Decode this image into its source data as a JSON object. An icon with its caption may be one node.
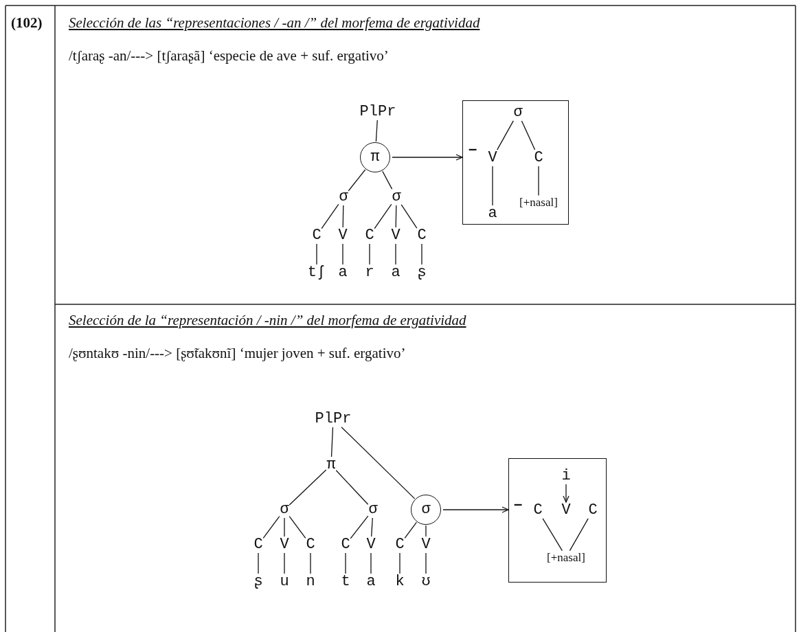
{
  "diagram": {
    "nodes": [
      {
        "text": [
          "PlPr"
        ]
      },
      {
        "text": [
          "π"
        ]
      },
      {
        "text": [
          "σ"
        ]
      },
      {
        "text": [
          "σ"
        ]
      },
      {
        "text": [
          "C"
        ]
      },
      {
        "text": [
          "V"
        ]
      },
      {
        "text": [
          "C"
        ]
      },
      {
        "text": [
          "V"
        ]
      },
      {
        "text": [
          "C"
        ]
      },
      {
        "text": [
          "tʃ"
        ]
      },
      {
        "text": [
          "a"
        ]
      },
      {
        "text": [
          "r"
        ]
      },
      {
        "text": [
          "a"
        ]
      },
      {
        "text": [
          "ʂ"
        ]
      },
      {
        "text": [
          "–"
        ]
      },
      {
        "text": [
          "σ"
        ],
        "in": 14
      },
      {
        "text": [
          "V"
        ],
        "in": 14
      },
      {
        "text": [
          "C"
        ],
        "in": 14
      },
      {
        "text": [
          "a"
        ],
        "in": 14
      },
      {
        "text": [
          "[+nasal]"
        ],
        "in": 14
      },
      {
        "text": [
          "PlPr"
        ]
      },
      {
        "text": [
          "π"
        ]
      },
      {
        "text": [
          "σ"
        ]
      },
      {
        "text": [
          "σ"
        ]
      },
      {
        "text": [
          "σ"
        ]
      },
      {
        "text": [
          "C"
        ]
      },
      {
        "text": [
          "V"
        ]
      },
      {
        "text": [
          "C"
        ]
      },
      {
        "text": [
          "C"
        ]
      },
      {
        "text": [
          "V"
        ]
      },
      {
        "text": [
          "C"
        ]
      },
      {
        "text": [
          "V"
        ]
      },
      {
        "text": [
          "ʂ"
        ]
      },
      {
        "text": [
          "u"
        ]
      },
      {
        "text": [
          "n"
        ]
      },
      {
        "text": [
          "t"
        ]
      },
      {
        "text": [
          "a"
        ]
      },
      {
        "text": [
          "k"
        ]
      },
      {
        "text": [
          "ʊ"
        ]
      },
      {
        "text": [
          "–"
        ]
      },
      {
        "text": [
          "i"
        ],
        "in": 39
      },
      {
        "text": [
          "C"
        ],
        "in": 39
      },
      {
        "text": [
          "V"
        ],
        "in": 39
      },
      {
        "text": [
          "C"
        ],
        "in": 39
      },
      {
        "text": [
          "[+nasal]"
        ],
        "in": 39
      }
    ],
    "edges": [
      {
        "from": 0,
        "to": 1,
        "arrow": "none"
      },
      {
        "from": 1,
        "to": 2,
        "arrow": "none"
      },
      {
        "from": 1,
        "to": 3,
        "arrow": "none"
      },
      {
        "from": 2,
        "to": 4,
        "arrow": "none"
      },
      {
        "from": 2,
        "to": 5,
        "arrow": "none"
      },
      {
        "from": 3,
        "to": 6,
        "arrow": "none"
      },
      {
        "from": 3,
        "to": 7,
        "arrow": "none"
      },
      {
        "from": 3,
        "to": 8,
        "arrow": "none"
      },
      {
        "from": 4,
        "to": 9,
        "arrow": "none"
      },
      {
        "from": 5,
        "to": 10,
        "arrow": "none"
      },
      {
        "from": 6,
        "to": 11,
        "arrow": "none"
      },
      {
        "from": 7,
        "to": 12,
        "arrow": "none"
      },
      {
        "from": 8,
        "to": 13,
        "arrow": "none"
      },
      {
        "from": 1,
        "to": 14,
        "arrow": "to"
      },
      {
        "from": 15,
        "to": 16,
        "arrow": "none"
      },
      {
        "from": 15,
        "to": 17,
        "arrow": "none"
      },
      {
        "from": 16,
        "to": 18,
        "arrow": "none"
      },
      {
        "from": 17,
        "to": 19,
        "arrow": "none"
      },
      {
        "from": 20,
        "to": 21,
        "arrow": "none"
      },
      {
        "from": 20,
        "to": 24,
        "arrow": "none"
      },
      {
        "from": 21,
        "to": 22,
        "arrow": "none"
      },
      {
        "from": 21,
        "to": 23,
        "arrow": "none"
      },
      {
        "from": 22,
        "to": 25,
        "arrow": "none"
      },
      {
        "from": 22,
        "to": 26,
        "arrow": "none"
      },
      {
        "from": 22,
        "to": 27,
        "arrow": "none"
      },
      {
        "from": 23,
        "to": 28,
        "arrow": "none"
      },
      {
        "from": 23,
        "to": 29,
        "arrow": "none"
      },
      {
        "from": 24,
        "to": 30,
        "arrow": "none"
      },
      {
        "from": 24,
        "to": 31,
        "arrow": "none"
      },
      {
        "from": 25,
        "to": 32,
        "arrow": "none"
      },
      {
        "from": 26,
        "to": 33,
        "arrow": "none"
      },
      {
        "from": 27,
        "to": 34,
        "arrow": "none"
      },
      {
        "from": 28,
        "to": 35,
        "arrow": "none"
      },
      {
        "from": 29,
        "to": 36,
        "arrow": "none"
      },
      {
        "from": 30,
        "to": 37,
        "arrow": "none"
      },
      {
        "from": 31,
        "to": 38,
        "arrow": "none"
      },
      {
        "from": 24,
        "to": 39,
        "arrow": "to"
      },
      {
        "from": 40,
        "to": 42,
        "arrow": "to"
      },
      {
        "from": 41,
        "to": 44,
        "arrow": "none"
      },
      {
        "from": 43,
        "to": 44,
        "arrow": "none"
      }
    ],
    "labels": [
      "(102)",
      "Selección de las “representaciones / -an /” del morfema de ergatividad",
      "/tʃaraʂ -an/---> [tʃaraʂã] ‘especie de ave + suf. ergativo’",
      "Selección de la “representación / -nin /” del morfema de ergatividad",
      "/ʂʊntakʊ -nin/---> [ʂʊ̃takʊnĩ] ‘mujer joven + suf. ergativo’"
    ]
  }
}
